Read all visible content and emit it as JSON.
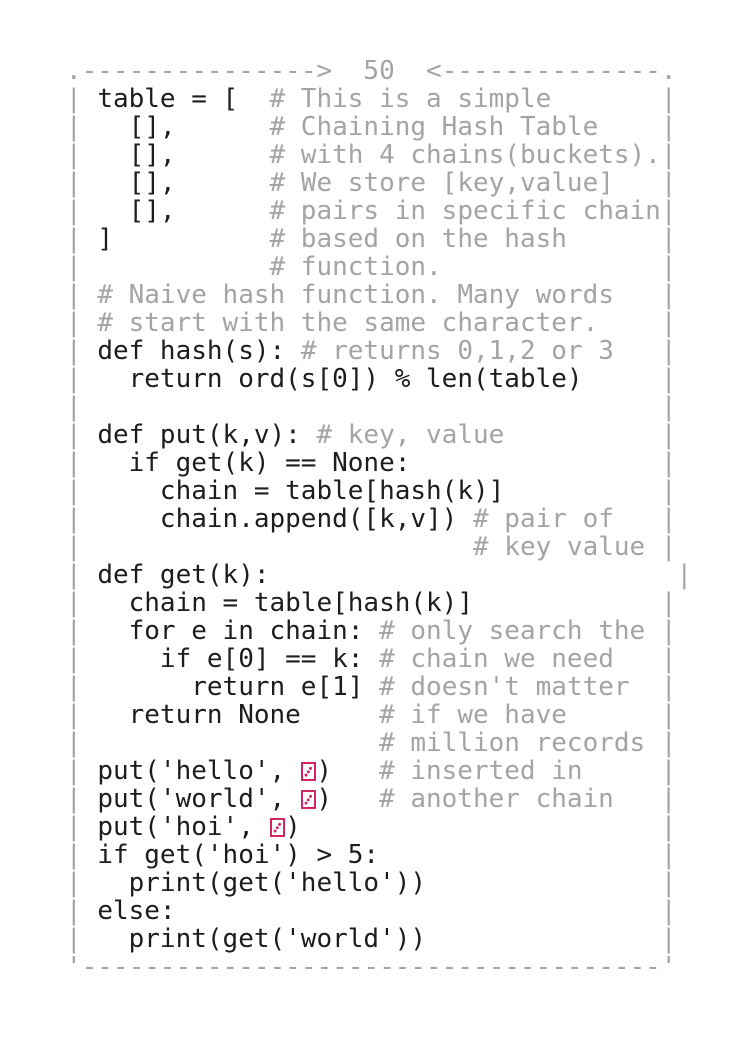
{
  "canvas": {
    "counter_value": "50",
    "colors": {
      "background": "#ffffff",
      "code": "#1d1d1d",
      "muted": "#a4a4a4",
      "icon_pink": "#d5275f"
    },
    "lines": [
      {
        "name": "top-border-line",
        "segments": [
          {
            "t": ".--------------->  ",
            "s": "border"
          },
          {
            "t": "50",
            "s": "counter"
          },
          {
            "t": "  <--------------.",
            "s": "border"
          }
        ]
      },
      {
        "name": "code-line",
        "segments": [
          {
            "t": "| ",
            "s": "border"
          },
          {
            "t": "table = [  ",
            "s": "code"
          },
          {
            "t": "# This is a simple",
            "s": "comment"
          },
          {
            "t": "       |",
            "s": "border"
          }
        ]
      },
      {
        "name": "code-line",
        "segments": [
          {
            "t": "| ",
            "s": "border"
          },
          {
            "t": "  [],      ",
            "s": "code"
          },
          {
            "t": "# Chaining Hash Table",
            "s": "comment"
          },
          {
            "t": "    |",
            "s": "border"
          }
        ]
      },
      {
        "name": "code-line",
        "segments": [
          {
            "t": "| ",
            "s": "border"
          },
          {
            "t": "  [],      ",
            "s": "code"
          },
          {
            "t": "# with 4 chains(buckets).",
            "s": "comment"
          },
          {
            "t": "|",
            "s": "border"
          }
        ]
      },
      {
        "name": "code-line",
        "segments": [
          {
            "t": "| ",
            "s": "border"
          },
          {
            "t": "  [],      ",
            "s": "code"
          },
          {
            "t": "# We store [key,value]",
            "s": "comment"
          },
          {
            "t": "   |",
            "s": "border"
          }
        ]
      },
      {
        "name": "code-line",
        "segments": [
          {
            "t": "| ",
            "s": "border"
          },
          {
            "t": "  [],      ",
            "s": "code"
          },
          {
            "t": "# pairs in specific chain",
            "s": "comment"
          },
          {
            "t": "|",
            "s": "border"
          }
        ]
      },
      {
        "name": "code-line",
        "segments": [
          {
            "t": "| ",
            "s": "border"
          },
          {
            "t": "]          ",
            "s": "code"
          },
          {
            "t": "# based on the hash",
            "s": "comment"
          },
          {
            "t": "      |",
            "s": "border"
          }
        ]
      },
      {
        "name": "code-line",
        "segments": [
          {
            "t": "| ",
            "s": "border"
          },
          {
            "t": "           ",
            "s": "code"
          },
          {
            "t": "# function.",
            "s": "comment"
          },
          {
            "t": "              |",
            "s": "border"
          }
        ]
      },
      {
        "name": "code-line",
        "segments": [
          {
            "t": "| ",
            "s": "border"
          },
          {
            "t": "# Naive hash function. Many words",
            "s": "comment"
          },
          {
            "t": "   |",
            "s": "border"
          }
        ]
      },
      {
        "name": "code-line",
        "segments": [
          {
            "t": "| ",
            "s": "border"
          },
          {
            "t": "# start with the same character.",
            "s": "comment"
          },
          {
            "t": "    |",
            "s": "border"
          }
        ]
      },
      {
        "name": "code-line",
        "segments": [
          {
            "t": "| ",
            "s": "border"
          },
          {
            "t": "def hash(s): ",
            "s": "code"
          },
          {
            "t": "# returns 0,1,2 or 3",
            "s": "comment"
          },
          {
            "t": "   |",
            "s": "border"
          }
        ]
      },
      {
        "name": "code-line",
        "segments": [
          {
            "t": "| ",
            "s": "border"
          },
          {
            "t": "  return ord(s[0]) % len(table)",
            "s": "code"
          },
          {
            "t": "     |",
            "s": "border"
          }
        ]
      },
      {
        "name": "code-line",
        "segments": [
          {
            "t": "|                                     |",
            "s": "border"
          }
        ]
      },
      {
        "name": "code-line",
        "segments": [
          {
            "t": "| ",
            "s": "border"
          },
          {
            "t": "def put(k,v): ",
            "s": "code"
          },
          {
            "t": "# key, value",
            "s": "comment"
          },
          {
            "t": "          |",
            "s": "border"
          }
        ]
      },
      {
        "name": "code-line",
        "segments": [
          {
            "t": "| ",
            "s": "border"
          },
          {
            "t": "  if get(k) == None:",
            "s": "code"
          },
          {
            "t": "                |",
            "s": "border"
          }
        ]
      },
      {
        "name": "code-line",
        "segments": [
          {
            "t": "| ",
            "s": "border"
          },
          {
            "t": "    chain = table[hash(k)]",
            "s": "code"
          },
          {
            "t": "          |",
            "s": "border"
          }
        ]
      },
      {
        "name": "code-line",
        "segments": [
          {
            "t": "| ",
            "s": "border"
          },
          {
            "t": "    chain.append([k,v]) ",
            "s": "code"
          },
          {
            "t": "# pair of",
            "s": "comment"
          },
          {
            "t": "   |",
            "s": "border"
          }
        ]
      },
      {
        "name": "code-line",
        "segments": [
          {
            "t": "| ",
            "s": "border"
          },
          {
            "t": "                        ",
            "s": "code"
          },
          {
            "t": "# key value",
            "s": "comment"
          },
          {
            "t": " |",
            "s": "border"
          }
        ]
      },
      {
        "name": "code-line",
        "segments": [
          {
            "t": "| ",
            "s": "border"
          },
          {
            "t": "def get(k):",
            "s": "code"
          },
          {
            "t": "                          |",
            "s": "border"
          }
        ]
      },
      {
        "name": "code-line",
        "segments": [
          {
            "t": "| ",
            "s": "border"
          },
          {
            "t": "  chain = table[hash(k)]",
            "s": "code"
          },
          {
            "t": "            |",
            "s": "border"
          }
        ]
      },
      {
        "name": "code-line",
        "segments": [
          {
            "t": "| ",
            "s": "border"
          },
          {
            "t": "  for e in chain: ",
            "s": "code"
          },
          {
            "t": "# only search the",
            "s": "comment"
          },
          {
            "t": " |",
            "s": "border"
          }
        ]
      },
      {
        "name": "code-line",
        "segments": [
          {
            "t": "| ",
            "s": "border"
          },
          {
            "t": "    if e[0] == k: ",
            "s": "code"
          },
          {
            "t": "# chain we need",
            "s": "comment"
          },
          {
            "t": "   |",
            "s": "border"
          }
        ]
      },
      {
        "name": "code-line",
        "segments": [
          {
            "t": "| ",
            "s": "border"
          },
          {
            "t": "      return e[1] ",
            "s": "code"
          },
          {
            "t": "# doesn't matter",
            "s": "comment"
          },
          {
            "t": "  |",
            "s": "border"
          }
        ]
      },
      {
        "name": "code-line",
        "segments": [
          {
            "t": "| ",
            "s": "border"
          },
          {
            "t": "  return None     ",
            "s": "code"
          },
          {
            "t": "# if we have",
            "s": "comment"
          },
          {
            "t": "      |",
            "s": "border"
          }
        ]
      },
      {
        "name": "code-line",
        "segments": [
          {
            "t": "| ",
            "s": "border"
          },
          {
            "t": "                  ",
            "s": "code"
          },
          {
            "t": "# million records",
            "s": "comment"
          },
          {
            "t": " |",
            "s": "border"
          }
        ]
      },
      {
        "name": "code-line",
        "segments": [
          {
            "t": "| ",
            "s": "border"
          },
          {
            "t": "put('hello', ",
            "s": "code"
          },
          {
            "s": "icon"
          },
          {
            "t": ")   ",
            "s": "code"
          },
          {
            "t": "# inserted in",
            "s": "comment"
          },
          {
            "t": "     |",
            "s": "border"
          }
        ]
      },
      {
        "name": "code-line",
        "segments": [
          {
            "t": "| ",
            "s": "border"
          },
          {
            "t": "put('world', ",
            "s": "code"
          },
          {
            "s": "icon"
          },
          {
            "t": ")   ",
            "s": "code"
          },
          {
            "t": "# another chain",
            "s": "comment"
          },
          {
            "t": "   |",
            "s": "border"
          }
        ]
      },
      {
        "name": "code-line",
        "segments": [
          {
            "t": "| ",
            "s": "border"
          },
          {
            "t": "put('hoi', ",
            "s": "code"
          },
          {
            "s": "icon"
          },
          {
            "t": ")",
            "s": "code"
          },
          {
            "t": "                       |",
            "s": "border"
          }
        ]
      },
      {
        "name": "code-line",
        "segments": [
          {
            "t": "| ",
            "s": "border"
          },
          {
            "t": "if get('hoi') > 5:",
            "s": "code"
          },
          {
            "t": "                  |",
            "s": "border"
          }
        ]
      },
      {
        "name": "code-line",
        "segments": [
          {
            "t": "| ",
            "s": "border"
          },
          {
            "t": "  print(get('hello'))",
            "s": "code"
          },
          {
            "t": "               |",
            "s": "border"
          }
        ]
      },
      {
        "name": "code-line",
        "segments": [
          {
            "t": "| ",
            "s": "border"
          },
          {
            "t": "else:",
            "s": "code"
          },
          {
            "t": "                               |",
            "s": "border"
          }
        ]
      },
      {
        "name": "code-line",
        "segments": [
          {
            "t": "| ",
            "s": "border"
          },
          {
            "t": "  print(get('world'))",
            "s": "code"
          },
          {
            "t": "               |",
            "s": "border"
          }
        ]
      },
      {
        "name": "bottom-border-line",
        "segments": [
          {
            "t": "'-------------------------------------'",
            "s": "border"
          }
        ]
      }
    ]
  }
}
